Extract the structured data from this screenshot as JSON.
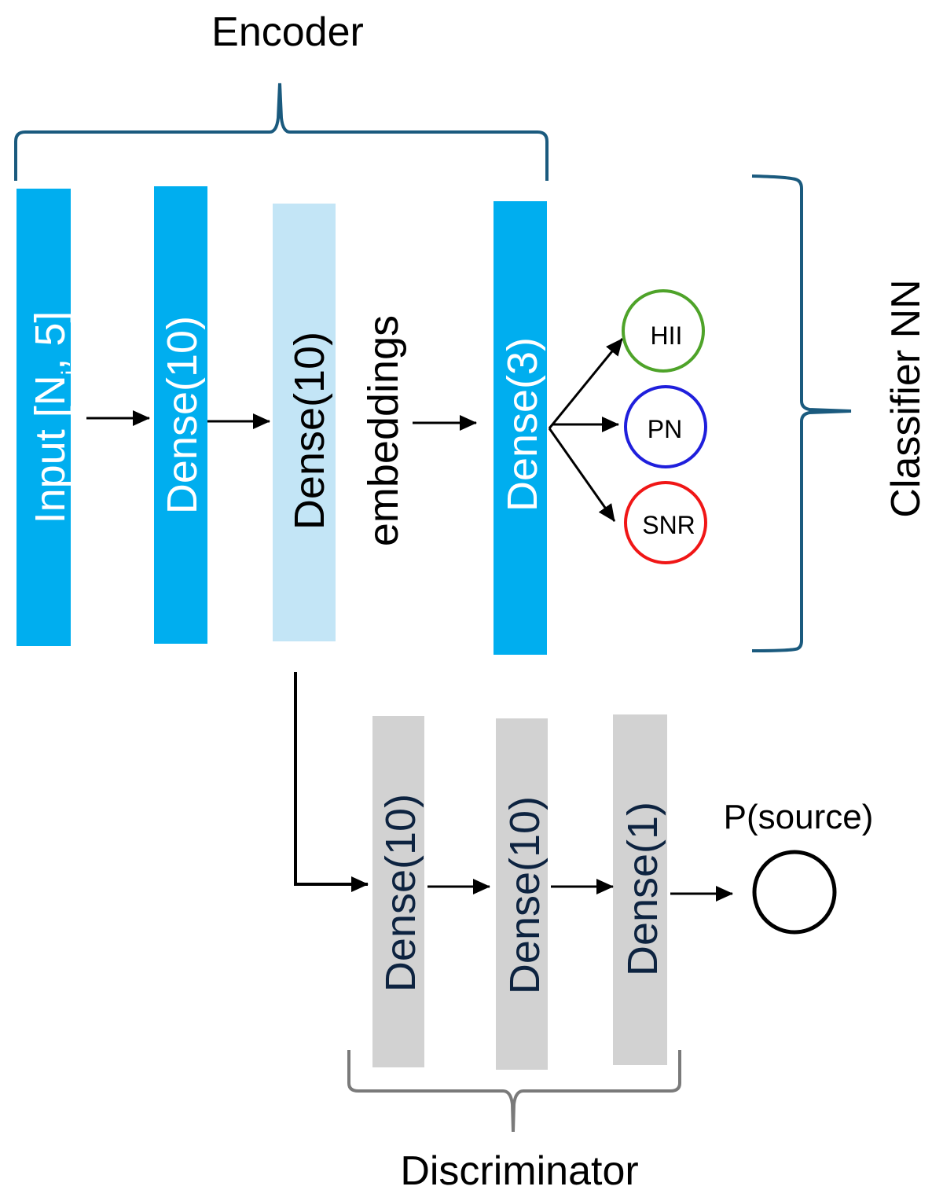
{
  "titles": {
    "encoder": "Encoder",
    "classifier": "Classifier NN",
    "discriminator": "Discriminator"
  },
  "encoder_layers": [
    {
      "label_main": "Input [N",
      "label_sub": "i",
      "label_tail": ", 5]",
      "color": "#00aeef",
      "text_color": "#ffffff"
    },
    {
      "label": "Dense(10)",
      "color": "#00aeef",
      "text_color": "#ffffff"
    },
    {
      "label": "Dense(10)",
      "color": "#c3e5f6",
      "text_color": "#000000"
    }
  ],
  "embeddings_label": "embeddings",
  "classifier_layer": {
    "label": "Dense(3)",
    "color": "#00aeef",
    "text_color": "#ffffff"
  },
  "outputs": [
    {
      "label": "HII",
      "color": "#4ea329"
    },
    {
      "label": "PN",
      "color": "#1f1fdc"
    },
    {
      "label": "SNR",
      "color": "#f01616"
    }
  ],
  "discriminator_layers": [
    {
      "label": "Dense(10)",
      "color": "#d2d2d2",
      "text_color": "#0d2340"
    },
    {
      "label": "Dense(10)",
      "color": "#d2d2d2",
      "text_color": "#0d2340"
    },
    {
      "label": "Dense(1)",
      "color": "#d2d2d2",
      "text_color": "#0d2340"
    }
  ],
  "discriminator_output": {
    "label": "P(source)",
    "color": "#000000"
  }
}
